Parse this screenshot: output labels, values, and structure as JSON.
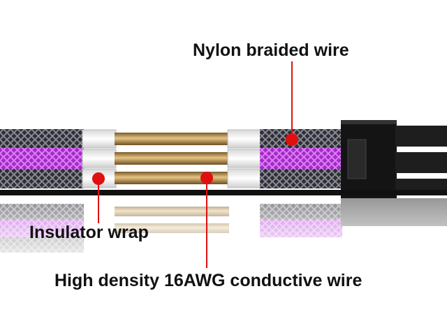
{
  "labels": {
    "nylon": "Nylon braided wire",
    "insulator": "Insulator wrap",
    "conductive": "High density 16AWG conductive wire"
  },
  "colors": {
    "braid_dark": "#3a3a40",
    "braid_purple": "#b43cd6",
    "copper": "#b08a4a",
    "insulator": "#f4f4f4",
    "connector": "#1a1a1a",
    "marker": "#e01010"
  }
}
